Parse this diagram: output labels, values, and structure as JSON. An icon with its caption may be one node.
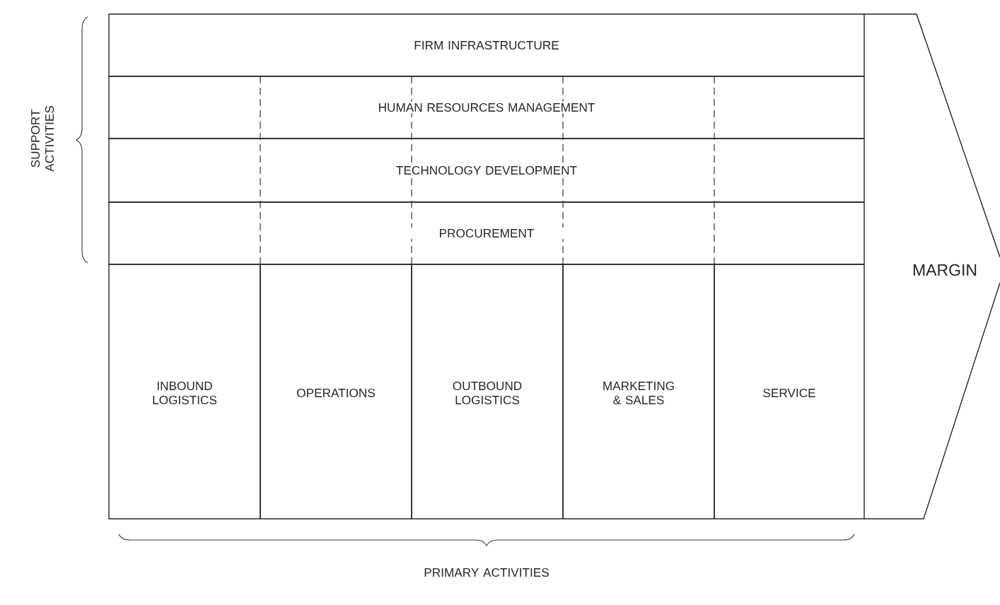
{
  "diagram": {
    "nodes": [
      {
        "text": [
          "FIRM INFRASTRUCTURE"
        ]
      },
      {
        "text": [
          "HUMAN RESOURCES MANAGEMENT"
        ]
      },
      {
        "text": [
          "TECHNOLOGY DEVELOPMENT"
        ]
      },
      {
        "text": [
          "PROCUREMENT"
        ]
      },
      {
        "text": [
          "INBOUND LOGISTICS"
        ]
      },
      {
        "text": [
          "OPERATIONS"
        ]
      },
      {
        "text": [
          "OUTBOUND LOGISTICS"
        ]
      },
      {
        "text": [
          "MARKETING & SALES"
        ]
      },
      {
        "text": [
          "SERVICE"
        ]
      },
      {
        "text": [
          "MARGIN"
        ]
      }
    ],
    "labels": [
      "SUPPORT ACTIVITIES",
      "PRIMARY ACTIVITIES"
    ]
  }
}
